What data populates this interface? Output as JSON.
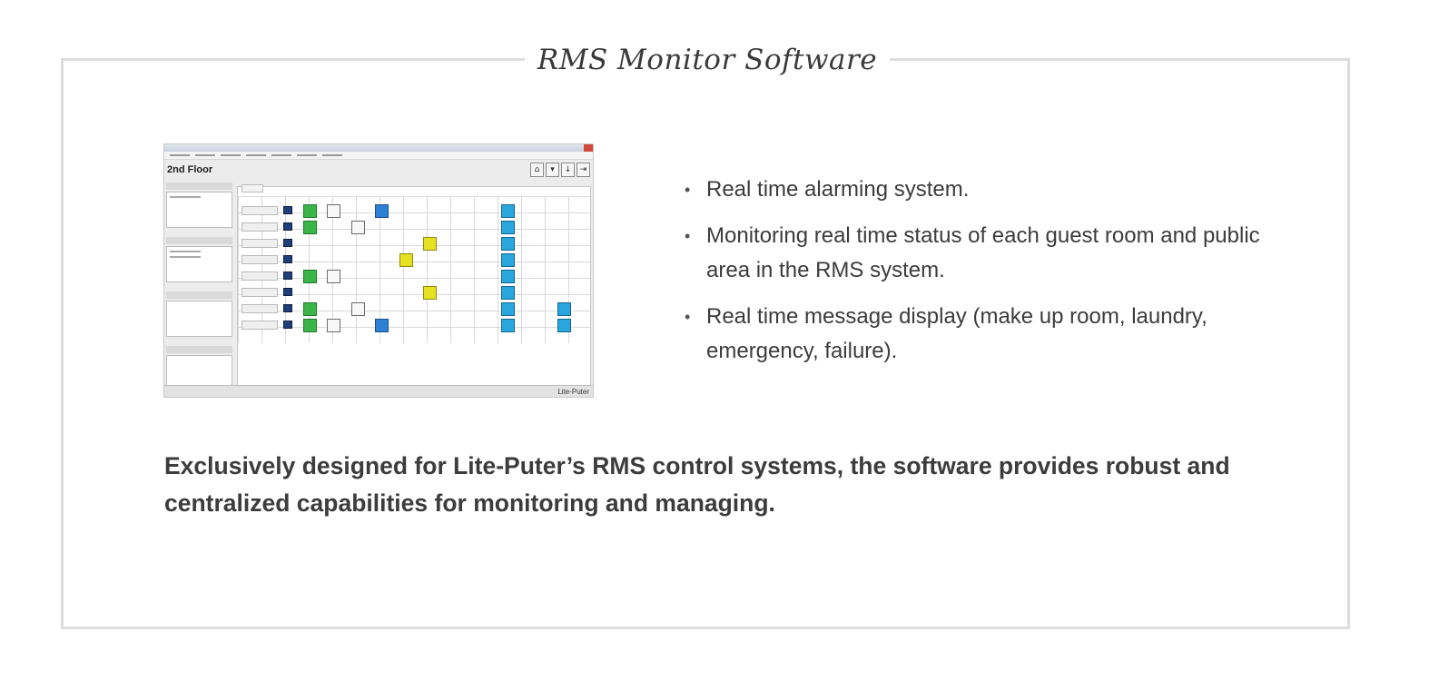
{
  "section": {
    "title": "RMS Monitor Software"
  },
  "screenshot": {
    "floor_label": "2nd Floor",
    "brand_label": "Lite-Puter",
    "colors": {
      "ok": "#3bb54a",
      "info": "#2e7fd6",
      "fan": "#2aa6de",
      "alarm": "#e7e21f"
    }
  },
  "features": [
    "Real time alarming system.",
    "Monitoring real time status of each guest room and public area in the RMS system.",
    "Real time message display (make up room, laundry, emergency, failure)."
  ],
  "description": "Exclusively designed for Lite-Puter’s RMS control systems, the software provides robust and centralized capabilities for monitoring and managing."
}
